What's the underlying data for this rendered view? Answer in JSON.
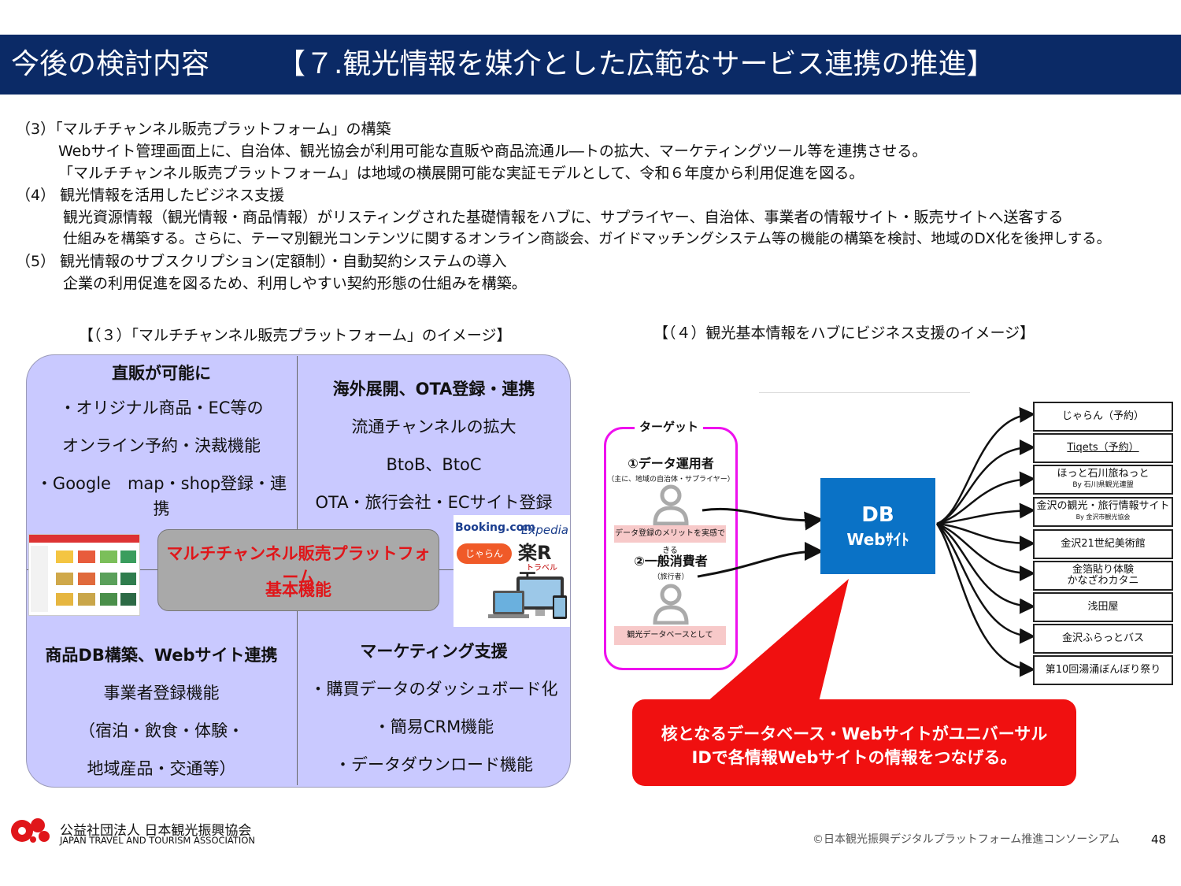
{
  "header": {
    "title": "今後の検討内容",
    "subtitle": "【７.観光情報を媒介とした広範なサービス連携の推進】"
  },
  "body": {
    "lines": [
      "（3）「マルチチャンネル販売プラットフォーム」の構築",
      "Webサイト管理画面上に、自治体、観光協会が利用可能な直販や商品流通ル―トの拡大、マーケティングツール等を連携させる。",
      "「マルチチャンネル販売プラットフォーム」は地域の横展開可能な実証モデルとして、令和６年度から利用促進を図る。",
      "（4） 観光情報を活用したビジネス支援",
      "観光資源情報（観光情報・商品情報）がリスティングされた基礎情報をハブに、サプライヤー、自治体、事業者の情報サイト・販売サイトへ送客する",
      "仕組みを構築する。さらに、テーマ別観光コンテンツに関するオンライン商談会、ガイドマッチングシステム等の機能の構築を検討、地域のDX化を後押しする。",
      "（5） 観光情報のサブスクリプション(定額制）・自動契約システムの導入",
      "企業の利用促進を図るため、利用しやすい契約形態の仕組みを構築。"
    ]
  },
  "left_section": {
    "title": "【（３）「マルチチャンネル販売プラットフォーム」のイメージ】",
    "q1": {
      "heading": "直販が可能に",
      "l1": "・オリジナル商品・EC等の",
      "l2": "オンライン予約・決裁機能",
      "l3": "・Google　map・shop登録・連",
      "l4": "携"
    },
    "q2": {
      "heading": "海外展開、OTA登録・連携",
      "l1": "流通チャンネルの拡大",
      "l2": "BtoB、BtoC",
      "l3": "OTA・旅行会社・ECサイト登録"
    },
    "q3": {
      "heading": "商品DB構築、Webサイト連携",
      "l1": "事業者登録機能",
      "l2": "（宿泊・飲食・体験・",
      "l3": "地域産品・交通等）"
    },
    "q4": {
      "heading": "マーケティング支援",
      "l1": "・購買データのダッシュボード化",
      "l2": "・簡易CRM機能",
      "l3": "・データダウンロード機能"
    },
    "center": {
      "l1": "マルチチャンネル販売プラットフォーム",
      "l2": "基本機能"
    },
    "logos": {
      "booking": "Booking.com",
      "expedia": "Expedia",
      "jalan": "じゃらん",
      "rakuten": "楽R天",
      "rakuten_sub": "トラベル"
    }
  },
  "right_section": {
    "title": "【（４）観光基本情報をハブにビジネス支援のイメージ】",
    "target": {
      "label": "ターゲット",
      "user1": "①データ運用者",
      "user1_sub": "（主に、地域の自治体・サプライヤー）",
      "user1_badge": "データ登録のメリットを実感できる",
      "user2": "②一般消費者",
      "user2_sub": "（旅行者）",
      "user2_badge": "観光データベースとして"
    },
    "db": {
      "l1": "DB",
      "l2": "Webｻｲﾄ"
    },
    "sites": [
      "じゃらん（予約）",
      "Tiqets（予約）",
      "ほっと石川旅ねっと",
      "金沢の観光・旅行情報サイト",
      "金沢21世紀美術館",
      "金箔貼り体験",
      "浅田屋",
      "金沢ふらっとバス",
      "第10回湯涌ぼんぼり祭り"
    ],
    "sites_sub": {
      "s2": "By 石川県観光連盟",
      "s3": "By 金沢市観光協会",
      "s5": "かなざわカタニ"
    },
    "callout": {
      "l1": "核となるデータベース・Webサイトがユニバーサル",
      "l2": "IDで各情報Webサイトの情報をつなげる。"
    }
  },
  "footer": {
    "org_jp": "公益社団法人 日本観光振興協会",
    "org_en": "JAPAN TRAVEL AND TOURISM ASSOCIATION",
    "copyright": "©日本観光振興デジタルプラットフォーム推進コンソーシアム",
    "page": "48"
  }
}
